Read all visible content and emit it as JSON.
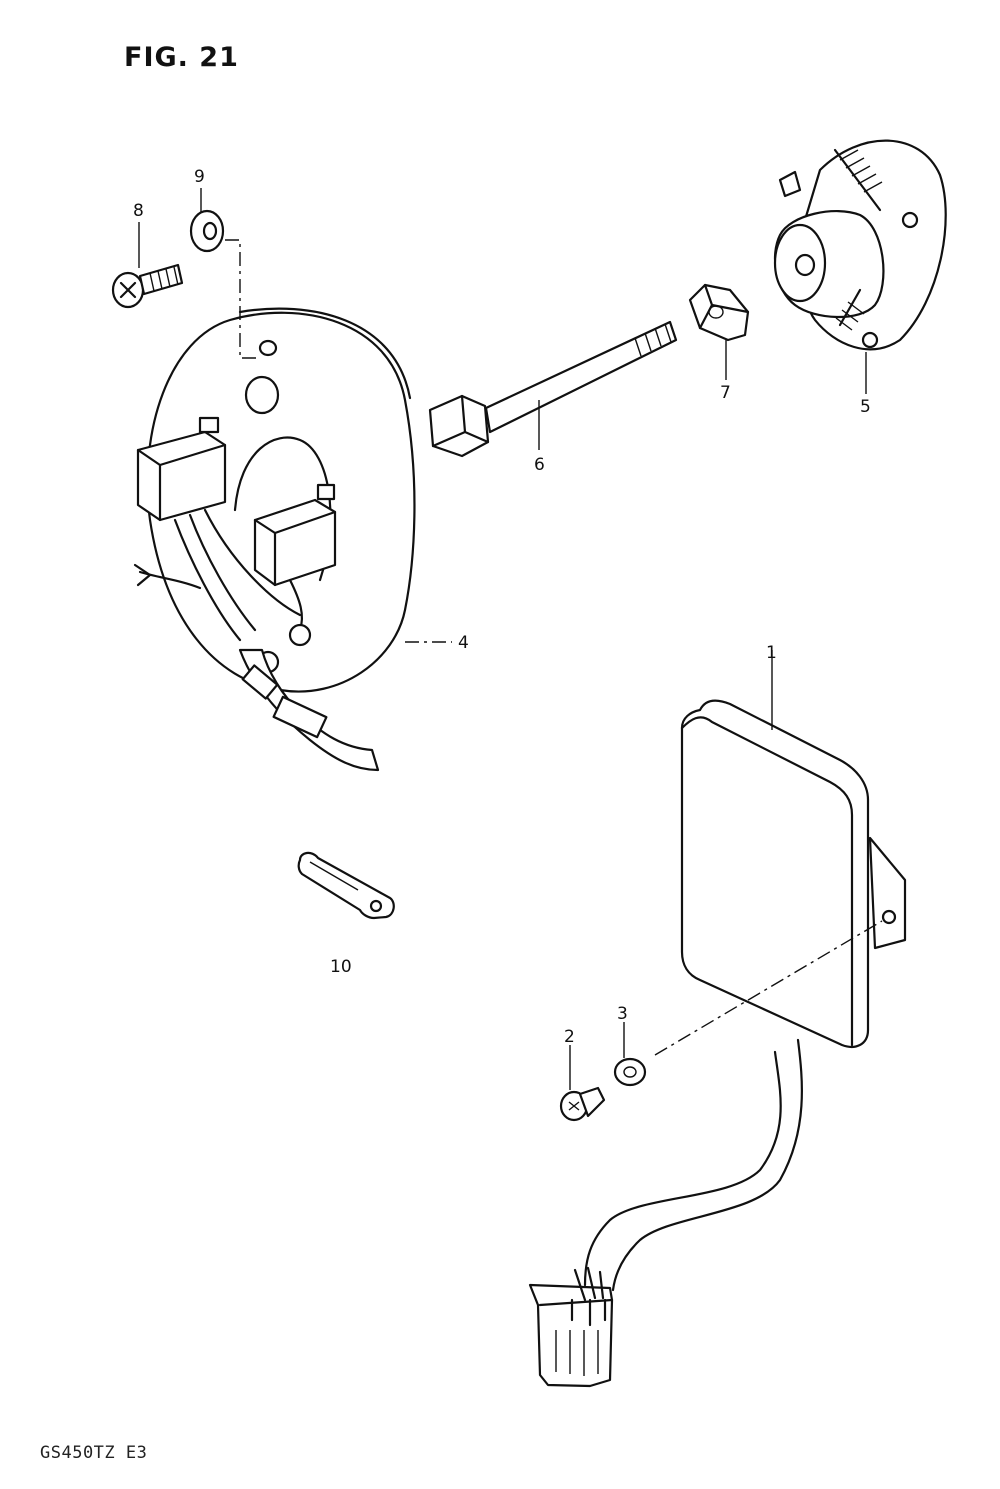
{
  "figure": {
    "title": "FIG. 21",
    "footer": "GS450TZ E3"
  },
  "callouts": [
    {
      "id": "1",
      "label": "1"
    },
    {
      "id": "2",
      "label": "2"
    },
    {
      "id": "3",
      "label": "3"
    },
    {
      "id": "4",
      "label": "4"
    },
    {
      "id": "5",
      "label": "5"
    },
    {
      "id": "6",
      "label": "6"
    },
    {
      "id": "7",
      "label": "7"
    },
    {
      "id": "8",
      "label": "8"
    },
    {
      "id": "9",
      "label": "9"
    },
    {
      "id": "10",
      "label": "10"
    }
  ]
}
